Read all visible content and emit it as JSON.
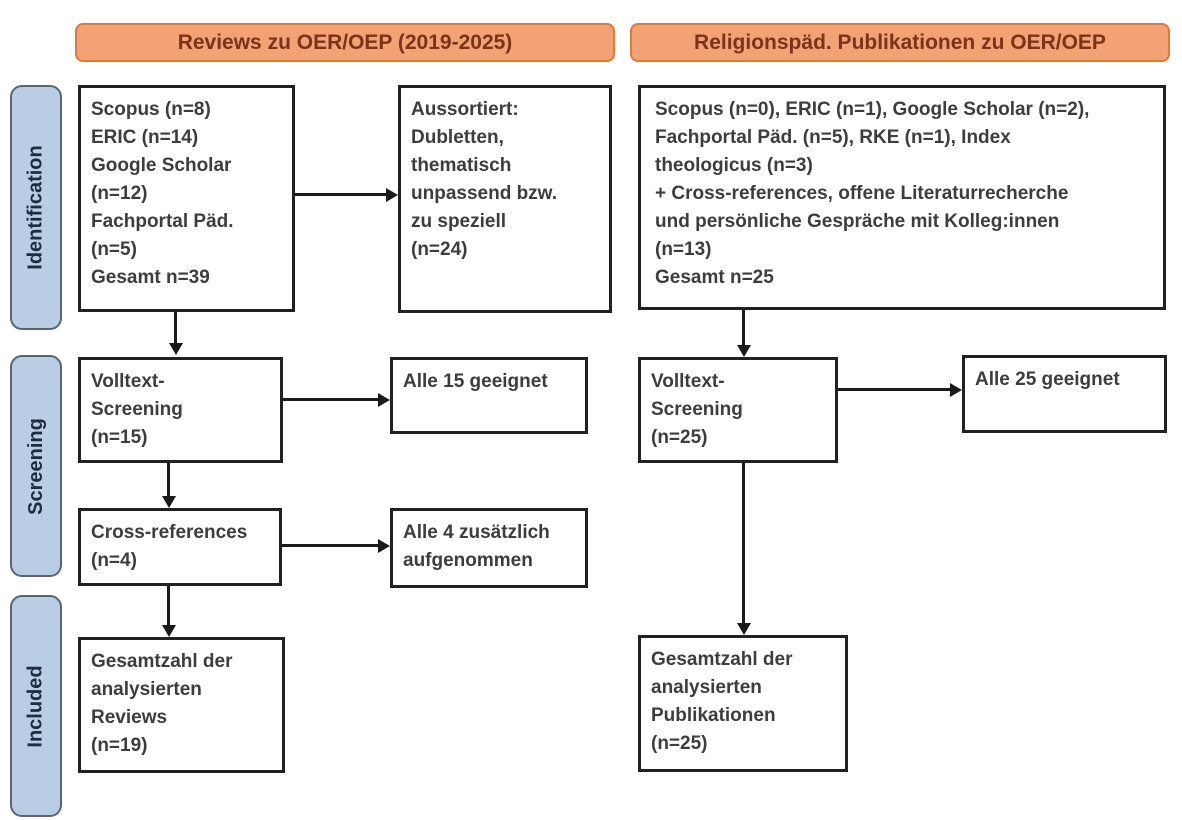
{
  "headers": {
    "left": "Reviews zu OER/OEP (2019-2025)",
    "right": "Religionspäd. Publikationen zu OER/OEP"
  },
  "stages": [
    {
      "label": "Identification"
    },
    {
      "label": "Screening"
    },
    {
      "label": "Included"
    }
  ],
  "boxes": {
    "sources_left": {
      "lines": [
        "Scopus (n=8)",
        "ERIC (n=14)",
        "Google Scholar",
        "(n=12)",
        "Fachportal Päd.",
        "(n=5)",
        "Gesamt n=39"
      ]
    },
    "excluded": {
      "lines": [
        "Aussortiert:",
        "Dubletten,",
        "thematisch",
        "unpassend bzw.",
        "zu speziell",
        "(n=24)"
      ]
    },
    "sources_right": {
      "lines": [
        "Scopus (n=0), ERIC (n=1), Google Scholar (n=2),",
        "Fachportal Päd. (n=5), RKE (n=1), Index",
        "theologicus (n=3)",
        "+ Cross-references, offene Literaturrecherche",
        "und persönliche Gespräche mit Kolleg:innen",
        "(n=13)",
        "Gesamt n=25"
      ]
    },
    "volltext_left": {
      "lines": [
        "Volltext-",
        "Screening",
        "(n=15)"
      ]
    },
    "geeignet_left": {
      "lines": [
        "Alle 15 geeignet"
      ]
    },
    "volltext_right": {
      "lines": [
        "Volltext-",
        "Screening",
        "(n=25)"
      ]
    },
    "geeignet_right": {
      "lines": [
        "Alle 25 geeignet"
      ]
    },
    "crossref": {
      "lines": [
        "Cross-references",
        "(n=4)"
      ]
    },
    "aufgenommen": {
      "lines": [
        "Alle 4 zusätzlich",
        "aufgenommen"
      ]
    },
    "total_left": {
      "lines": [
        "Gesamtzahl der",
        "analysierten",
        "Reviews",
        "(n=19)"
      ]
    },
    "total_right": {
      "lines": [
        "Gesamtzahl der",
        "analysierten",
        "Publikationen",
        "(n=25)"
      ]
    }
  },
  "colors": {
    "header_fill": "#f3a276",
    "header_border": "#e1793e",
    "header_text": "#7b341a",
    "stage_fill": "#b9cde5",
    "stage_border": "#5a6473",
    "stage_text": "#1f2c3d",
    "box_border": "#212121",
    "box_text": "#3d3d3d",
    "arrow": "#1a1a1a",
    "background": "#ffffff"
  }
}
